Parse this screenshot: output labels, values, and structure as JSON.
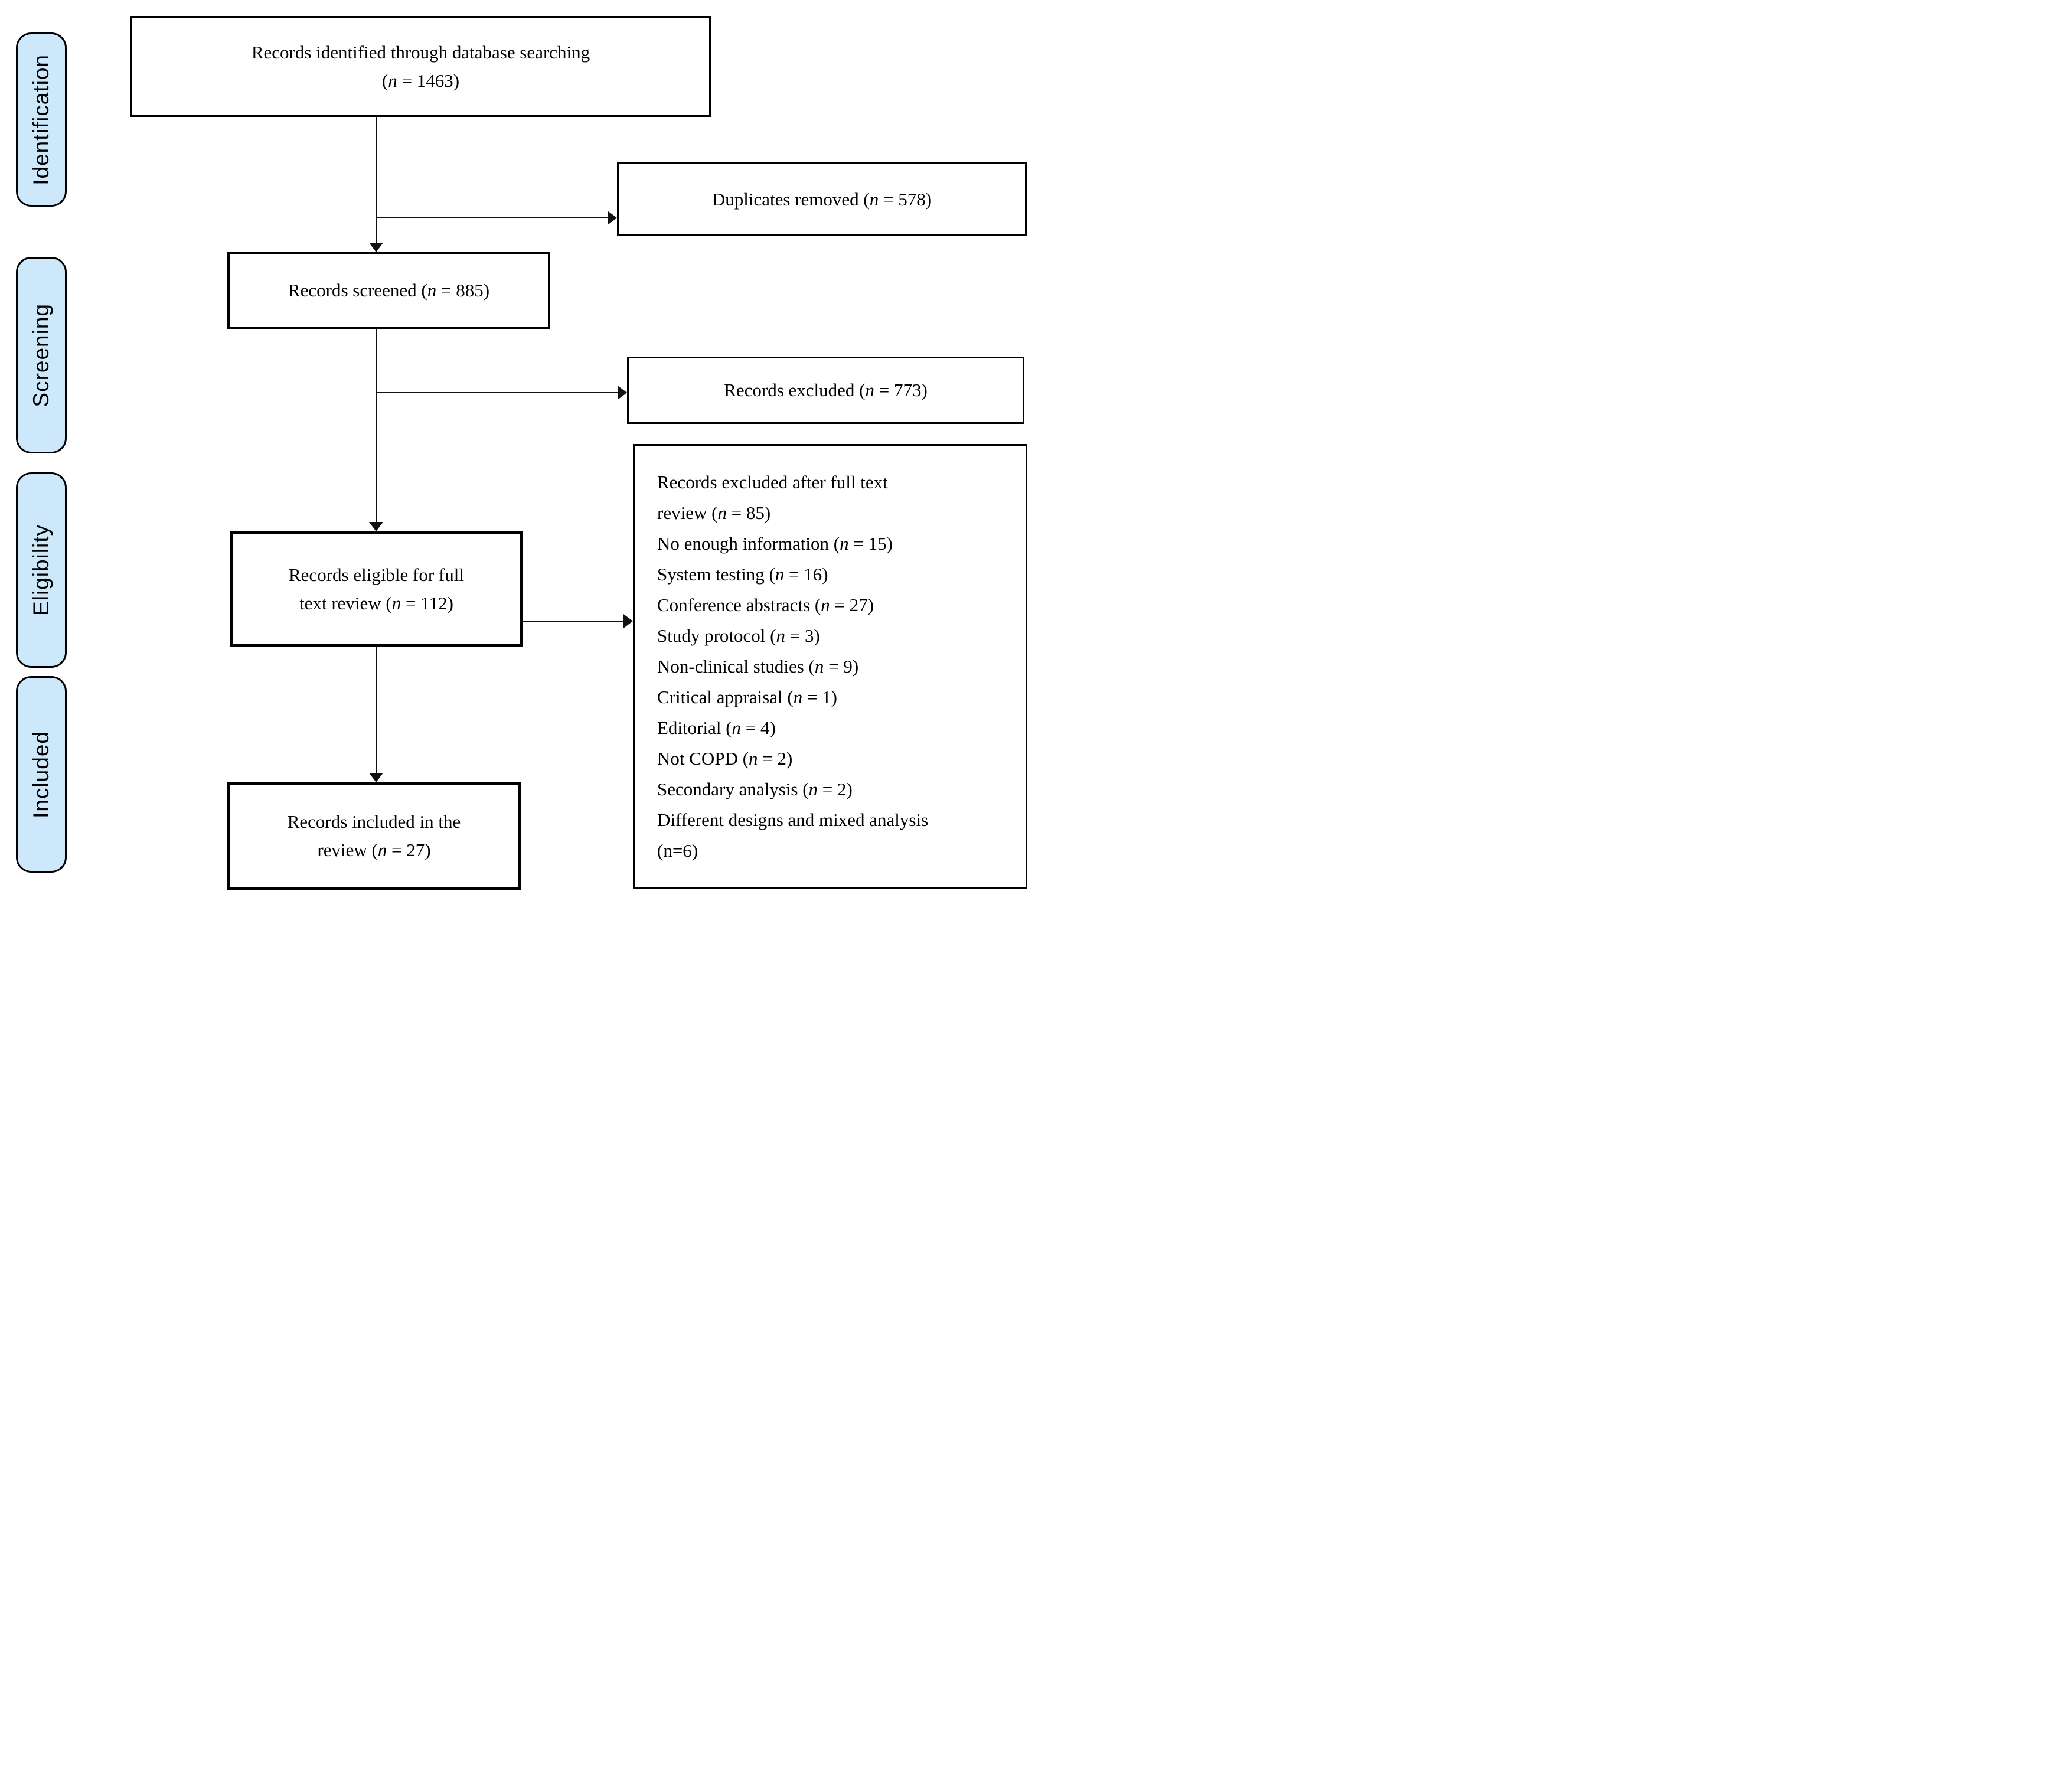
{
  "colors": {
    "stage_fill": "#cde8fa",
    "line_color": "#000000",
    "background": "#ffffff"
  },
  "stages": {
    "identification": "Identification",
    "screening": "Screening",
    "eligibility": "Eligibility",
    "included": "Included"
  },
  "boxes": {
    "identified": {
      "line1": "Records identified through database searching",
      "pre": "(",
      "n": "n",
      "suf": " = 1463)"
    },
    "duplicates": {
      "pre": "Duplicates removed (",
      "n": "n",
      "suf": " = 578)"
    },
    "screened": {
      "pre": "Records screened (",
      "n": "n",
      "suf": " = 885)"
    },
    "excluded": {
      "pre": "Records excluded (",
      "n": "n",
      "suf": " = 773)"
    },
    "eligible": {
      "line1": "Records eligible for full",
      "pre": "text review (",
      "n": "n",
      "suf": " = 112)"
    },
    "included": {
      "line1": "Records included in the",
      "pre": "review (",
      "n": "n",
      "suf": " = 27)"
    }
  },
  "exclusion_list": {
    "lines": [
      {
        "pre": "Records excluded after full text",
        "n": "",
        "suf": ""
      },
      {
        "pre": "review (",
        "n": "n",
        "suf": " = 85)"
      },
      {
        "pre": "No enough information (",
        "n": "n",
        "suf": " = 15)"
      },
      {
        "pre": "System testing (",
        "n": "n",
        "suf": " = 16)"
      },
      {
        "pre": "Conference abstracts (",
        "n": "n",
        "suf": " = 27)"
      },
      {
        "pre": "Study protocol (",
        "n": "n",
        "suf": " = 3)"
      },
      {
        "pre": "Non-clinical studies (",
        "n": "n",
        "suf": " = 9)"
      },
      {
        "pre": "Critical appraisal (",
        "n": "n",
        "suf": " = 1)"
      },
      {
        "pre": "Editorial (",
        "n": "n",
        "suf": " = 4)"
      },
      {
        "pre": "Not COPD (",
        "n": "n",
        "suf": " = 2)"
      },
      {
        "pre": "Secondary analysis (",
        "n": "n",
        "suf": " = 2)"
      },
      {
        "pre": "Different designs and mixed analysis",
        "n": "",
        "suf": ""
      },
      {
        "pre": "(n=6)",
        "n": "",
        "suf": ""
      }
    ]
  }
}
